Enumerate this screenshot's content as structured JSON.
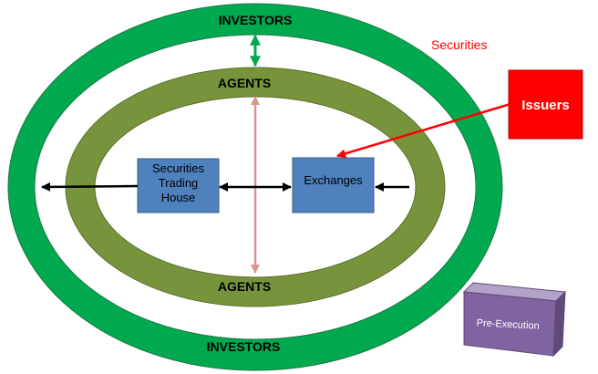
{
  "rings": {
    "investors_top": "INVESTORS",
    "investors_bottom": "INVESTORS",
    "agents_top": "AGENTS",
    "agents_bottom": "AGENTS"
  },
  "boxes": {
    "trading_house": [
      "Securities",
      "Trading",
      "House"
    ],
    "exchanges": "Exchanges",
    "issuers": "Issuers",
    "pre_execution": "Pre-Execution"
  },
  "annotations": {
    "securities": "Securities"
  },
  "colors": {
    "investors_ring": "#00a84f",
    "agents_ring": "#77933c",
    "box_fill": "#4f81bd",
    "issuers_fill": "#ff0000",
    "securities_text": "#ff0000",
    "pre_execution_fill": "#8064a2",
    "green_arrow": "#00a84f",
    "pink_arrow": "#d99594",
    "red_arrow": "#ff0000",
    "black_arrow": "#000000"
  }
}
